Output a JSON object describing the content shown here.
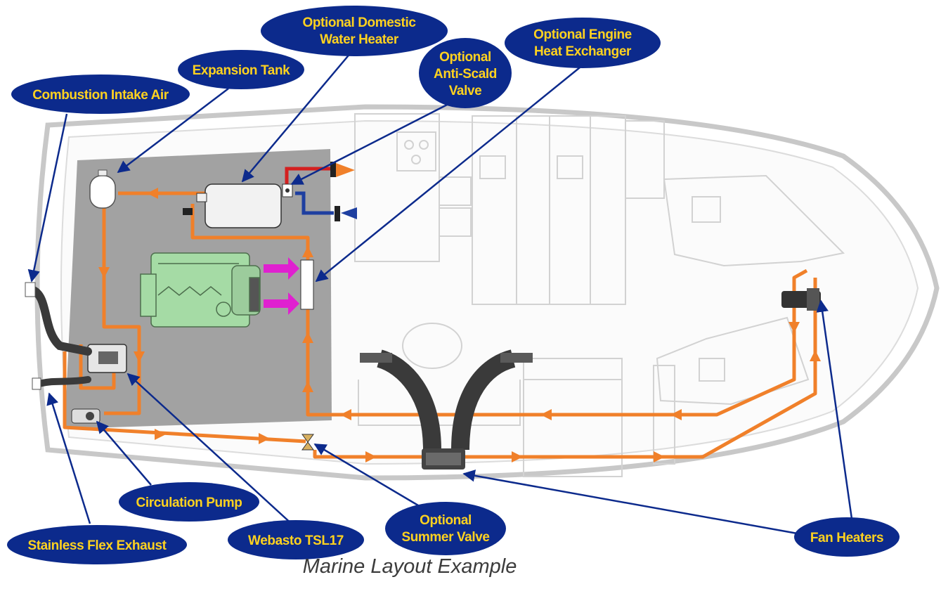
{
  "caption": "Marine Layout Example",
  "colors": {
    "callout_fill": "#0c2a8c",
    "callout_text": "#ffd21f",
    "coolant_line": "#f0802a",
    "engine_room": "#a2a2a2",
    "engine": "#a5dba5",
    "hot_water": "#d42020",
    "cold_water": "#1e3fa0",
    "engine_feed": "#e020d0",
    "hull_outline": "#c8c8c8",
    "duct": "#3a3a3a"
  },
  "callouts": {
    "combustion_intake_air": [
      "Combustion Intake Air"
    ],
    "expansion_tank": [
      "Expansion Tank"
    ],
    "domestic_water_heater": [
      "Optional Domestic",
      "Water Heater"
    ],
    "anti_scald_valve": [
      "Optional",
      "Anti-Scald",
      "Valve"
    ],
    "engine_heat_exchanger": [
      "Optional Engine",
      "Heat Exchanger"
    ],
    "circulation_pump": [
      "Circulation Pump"
    ],
    "stainless_flex_exhaust": [
      "Stainless Flex Exhaust"
    ],
    "webasto_tsl17": [
      "Webasto TSL17"
    ],
    "summer_valve": [
      "Optional",
      "Summer Valve"
    ],
    "fan_heaters": [
      "Fan Heaters"
    ]
  }
}
